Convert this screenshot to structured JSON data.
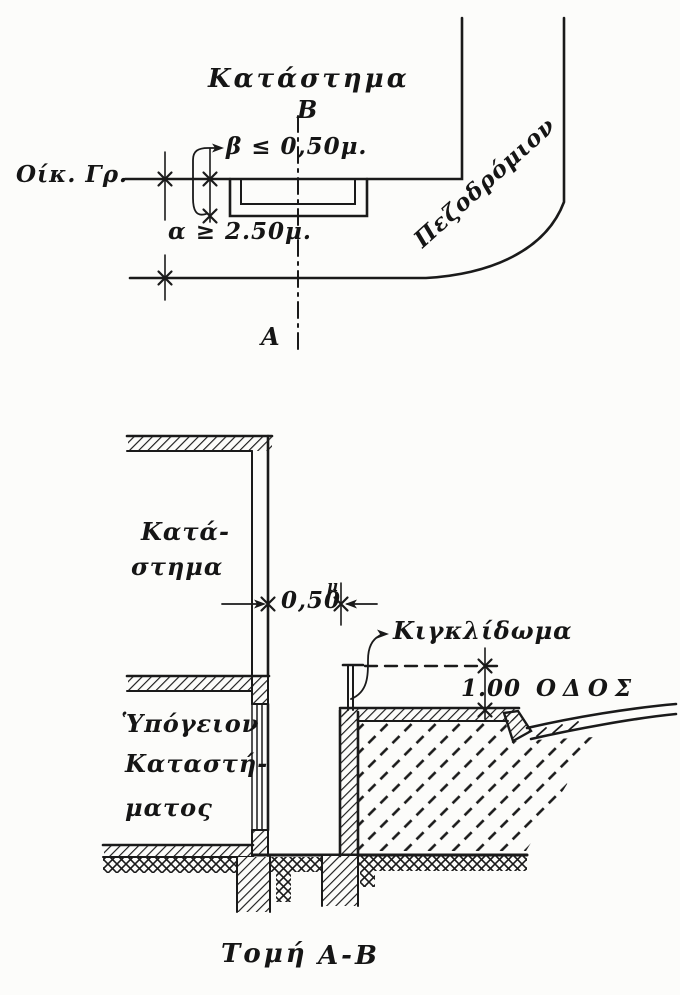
{
  "plan": {
    "building_label": "Κατάστημα",
    "section_mark_top": "Β",
    "section_mark_bottom": "Α",
    "boundary_label": "Οίκ. Γρ.",
    "recess_dim": "β ≤ 0,50μ.",
    "sidewalk_dim": "α ≥ 2.50μ.",
    "sidewalk_label": "Πεζοδρόμιον"
  },
  "section": {
    "caption_title": "Τομή",
    "caption_marks": "Α-Β",
    "store_label_line1": "Κατά-",
    "store_label_line2": "στημα",
    "pit_width_value": "0,50",
    "pit_width_unit": "μ",
    "railing_label": "Κιγκλίδωμα",
    "railing_height_dim": "1.00",
    "street_label": "ΟΔΟΣ",
    "basement_label_line1": "Ὑπόγειον",
    "basement_label_line2": "Καταστή-",
    "basement_label_line3": "ματος"
  },
  "style": {
    "ink_color": "#1a1a1a",
    "paper_color": "#fcfcfa"
  }
}
